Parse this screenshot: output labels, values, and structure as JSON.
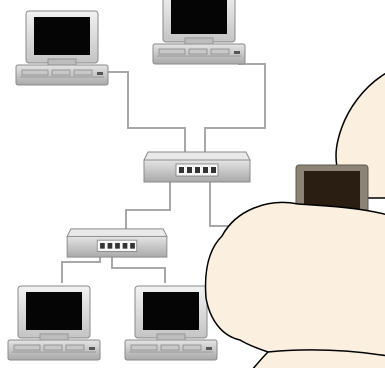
{
  "diagram": {
    "type": "network-topology",
    "nodes": [
      {
        "id": "pc-top-left",
        "kind": "computer",
        "style": "normal"
      },
      {
        "id": "pc-top-center",
        "kind": "computer",
        "style": "normal"
      },
      {
        "id": "hub-upper",
        "kind": "network-hub",
        "ports": 5
      },
      {
        "id": "hub-lower",
        "kind": "network-hub",
        "ports": 5
      },
      {
        "id": "pc-right-dark",
        "kind": "computer",
        "style": "dark-screen"
      },
      {
        "id": "pc-bottom-left",
        "kind": "computer",
        "style": "normal"
      },
      {
        "id": "pc-bottom-center",
        "kind": "computer",
        "style": "normal"
      }
    ],
    "connections": [
      [
        "pc-top-left",
        "hub-upper"
      ],
      [
        "pc-top-center",
        "hub-upper"
      ],
      [
        "hub-upper",
        "pc-right-dark"
      ],
      [
        "hub-upper",
        "hub-lower"
      ],
      [
        "hub-lower",
        "pc-bottom-left"
      ],
      [
        "hub-lower",
        "pc-bottom-center"
      ]
    ],
    "clouds": [
      {
        "id": "cloud-back",
        "fill": "#fbf0df"
      },
      {
        "id": "cloud-front",
        "fill": "#fbf0df"
      }
    ],
    "colors": {
      "background": "#ffffff",
      "cloud_fill": "#fbf0df",
      "cable": "#a8a8a8",
      "device_body": "#dcdcdc",
      "screen": "#050505",
      "outline": "#000000"
    }
  }
}
